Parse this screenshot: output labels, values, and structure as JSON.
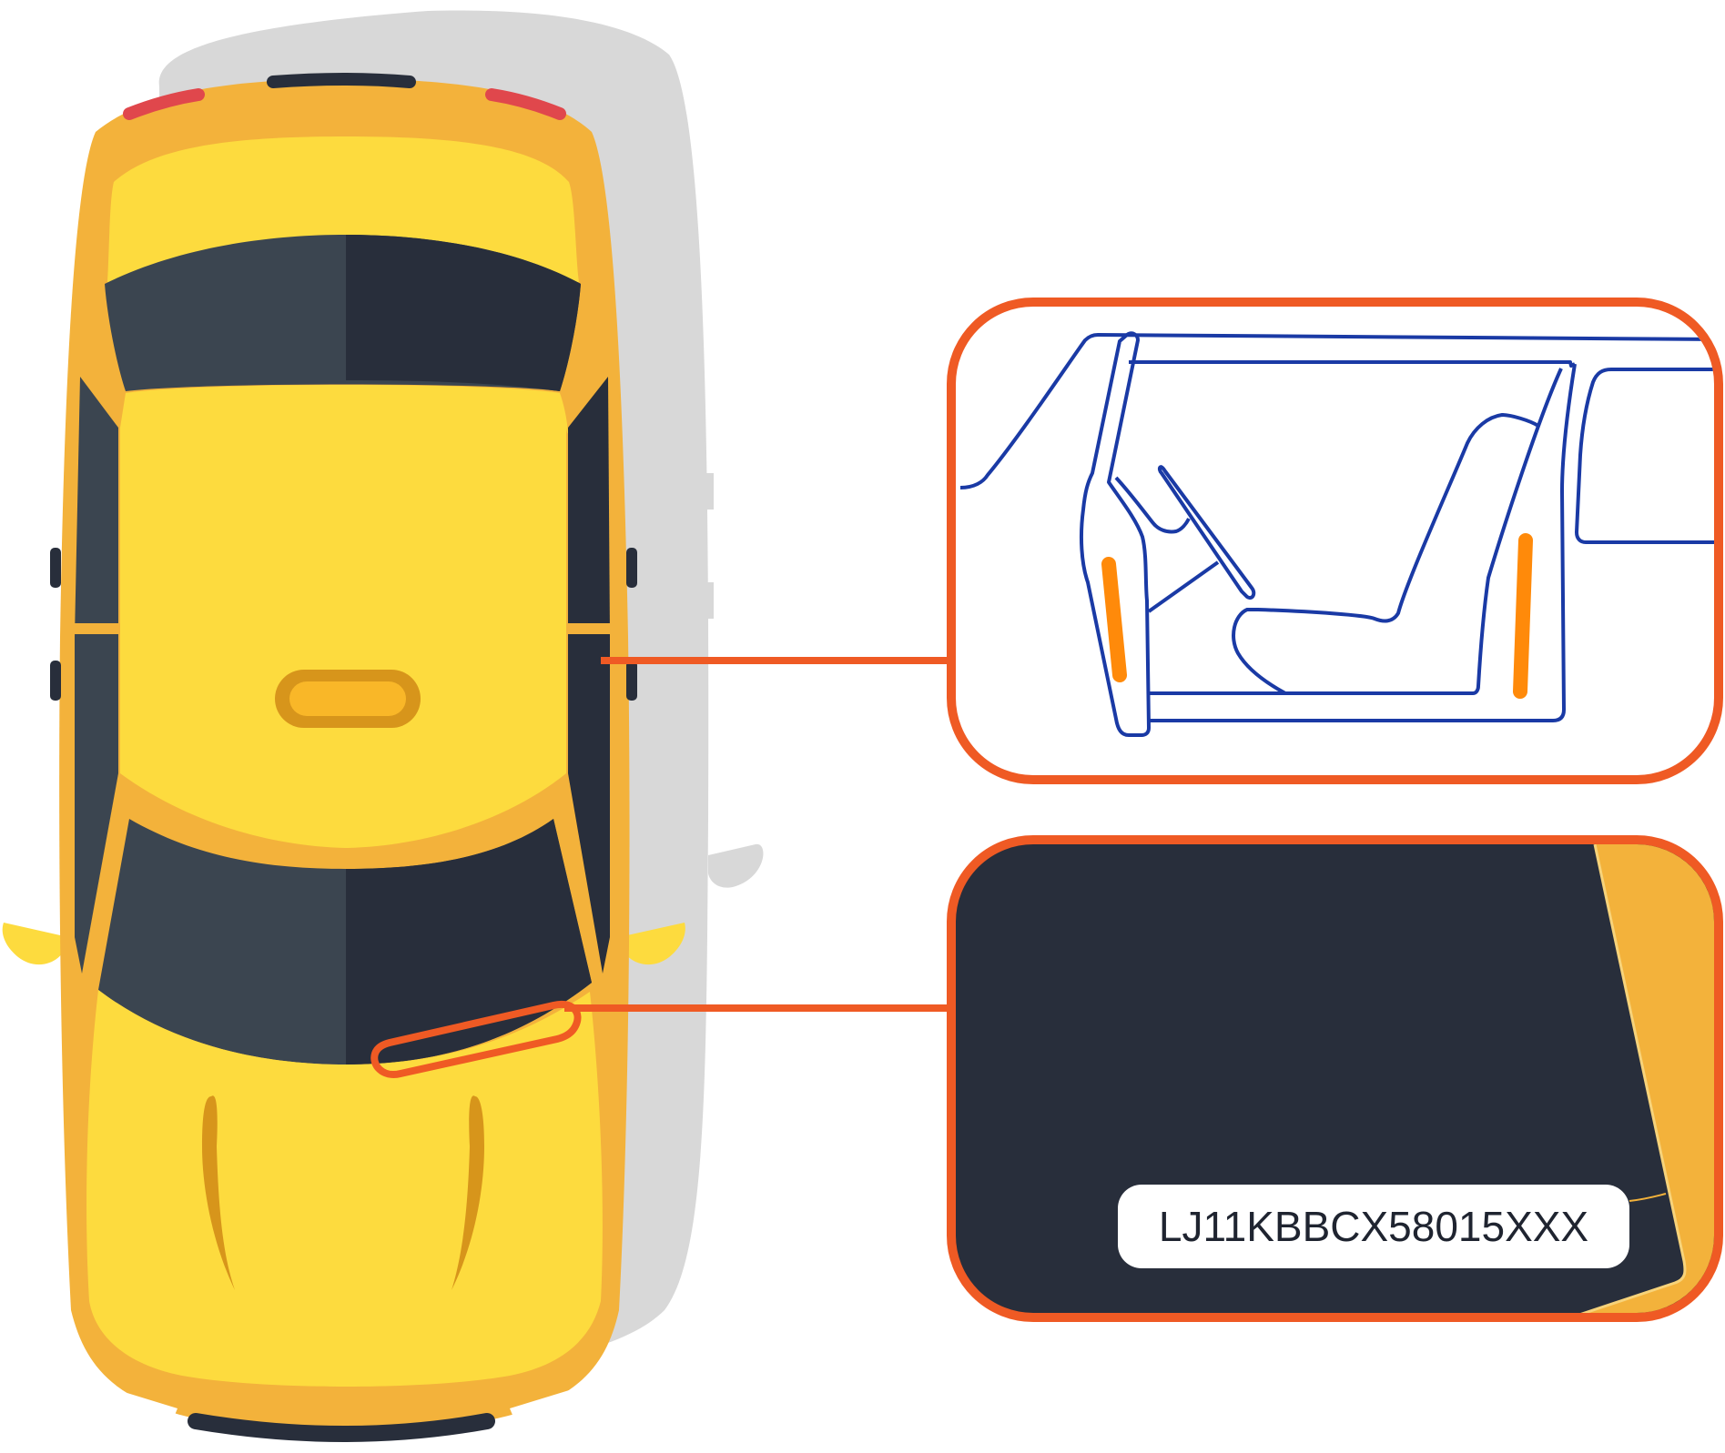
{
  "vin_callout": {
    "vin_text": "LJ11KBBCX58015XXX"
  },
  "colors": {
    "car_body": "#f3b23b",
    "car_roof": "#fddb3e",
    "glass_left": "#3b4550",
    "glass_right": "#282e3b",
    "shadow": "#d8d8d8",
    "callout_border": "#ef5a24",
    "door_line": "#1a3aa5",
    "door_highlight": "#ff8a0a"
  },
  "icons": {
    "car": "car-top-view",
    "door": "door-jamb-outline"
  }
}
